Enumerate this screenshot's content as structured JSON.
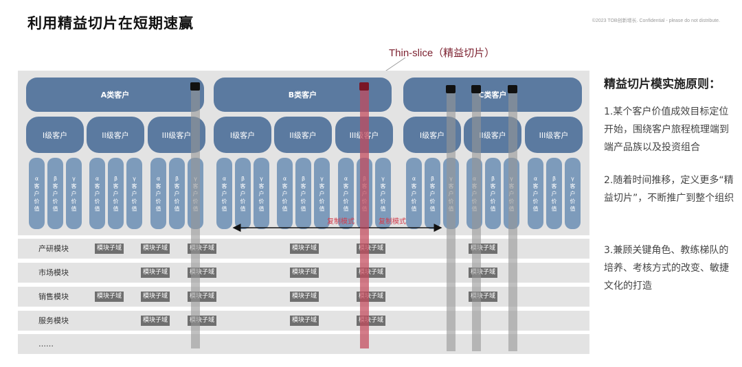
{
  "title": "利用精益切片在短期速赢",
  "copyright": "©2023 TOB创新增长. Confidential - please do not distribute.",
  "thin_slice_label": "Thin-slice（精益切片）",
  "customers": [
    {
      "name": "A类客户",
      "levels": [
        "I级客户",
        "II级客户",
        "III级客户"
      ]
    },
    {
      "name": "B类客户",
      "levels": [
        "I级客户",
        "II级客户",
        "III级客户"
      ]
    },
    {
      "name": "C类客户",
      "levels": [
        "I级客户",
        "II级客户",
        "III级客户"
      ]
    }
  ],
  "value_labels": [
    [
      "α",
      "客",
      "户",
      "价",
      "值"
    ],
    [
      "β",
      "客",
      "户",
      "价",
      "值"
    ],
    [
      "γ",
      "客",
      "户",
      "价",
      "值"
    ]
  ],
  "copy_mode_label": "复制模式",
  "modules": [
    {
      "label": "产研模块",
      "sub": "模块子域"
    },
    {
      "label": "市场模块",
      "sub": "模块子域"
    },
    {
      "label": "销售模块",
      "sub": "模块子域"
    },
    {
      "label": "服务模块",
      "sub": "模块子域"
    },
    {
      "label": "……",
      "sub": ""
    }
  ],
  "principles": {
    "title": "精益切片模实施原则：",
    "items": [
      "1.某个客户价值成效目标定位开始，围绕客户旅程梳理端到端产品族以及投资组合",
      "2.随着时间推移，定义更多“精益切片”，不断推广到整个组织",
      "3.兼顾关键角色、教练梯队的培养、考核方式的改变、敏捷文化的打造"
    ]
  },
  "colors": {
    "customer_box": "#5b7aa0",
    "value_box": "#7d9bbb",
    "sub_box": "#6f6f6f",
    "slice_gray": "#969696",
    "slice_red": "#c44a5c",
    "callout": "#7b1f2e",
    "copy_mode": "#d23a4a"
  }
}
